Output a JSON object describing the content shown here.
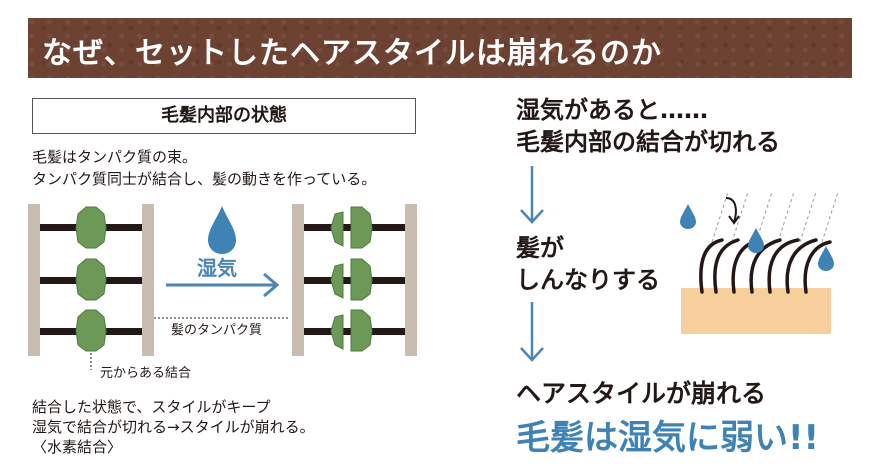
{
  "banner": {
    "title": "なぜ、セットしたヘアスタイルは崩れるのか"
  },
  "left": {
    "box_title": "毛髪内部の状態",
    "intro_lines": [
      "毛髪はタンパク質の束。",
      "タンパク質同士が結合し、髪の動きを作っている。"
    ],
    "label_humidity": "湿気",
    "label_protein": "髪のタンパク質",
    "label_original_bond": "元からある結合",
    "bottom_lines": [
      "結合した状態で、スタイルがキープ",
      "湿気で結合が切れる→スタイルが崩れる。",
      "〈水素結合〉"
    ]
  },
  "right": {
    "heading_lines": [
      "湿気があると……",
      "毛髪内部の結合が切れる"
    ],
    "middle_lines": [
      "髪が",
      "しんなりする"
    ],
    "conclusion_line1": "ヘアスタイルが崩れる",
    "conclusion_line2": "毛髪は湿気に弱い!!"
  },
  "colors": {
    "banner": "#6e4233",
    "accent_blue": "#3f82b5",
    "protein_green": "#6c9a56",
    "skin": "#f6cf9c",
    "bar_gray": "#c9bdb2"
  }
}
